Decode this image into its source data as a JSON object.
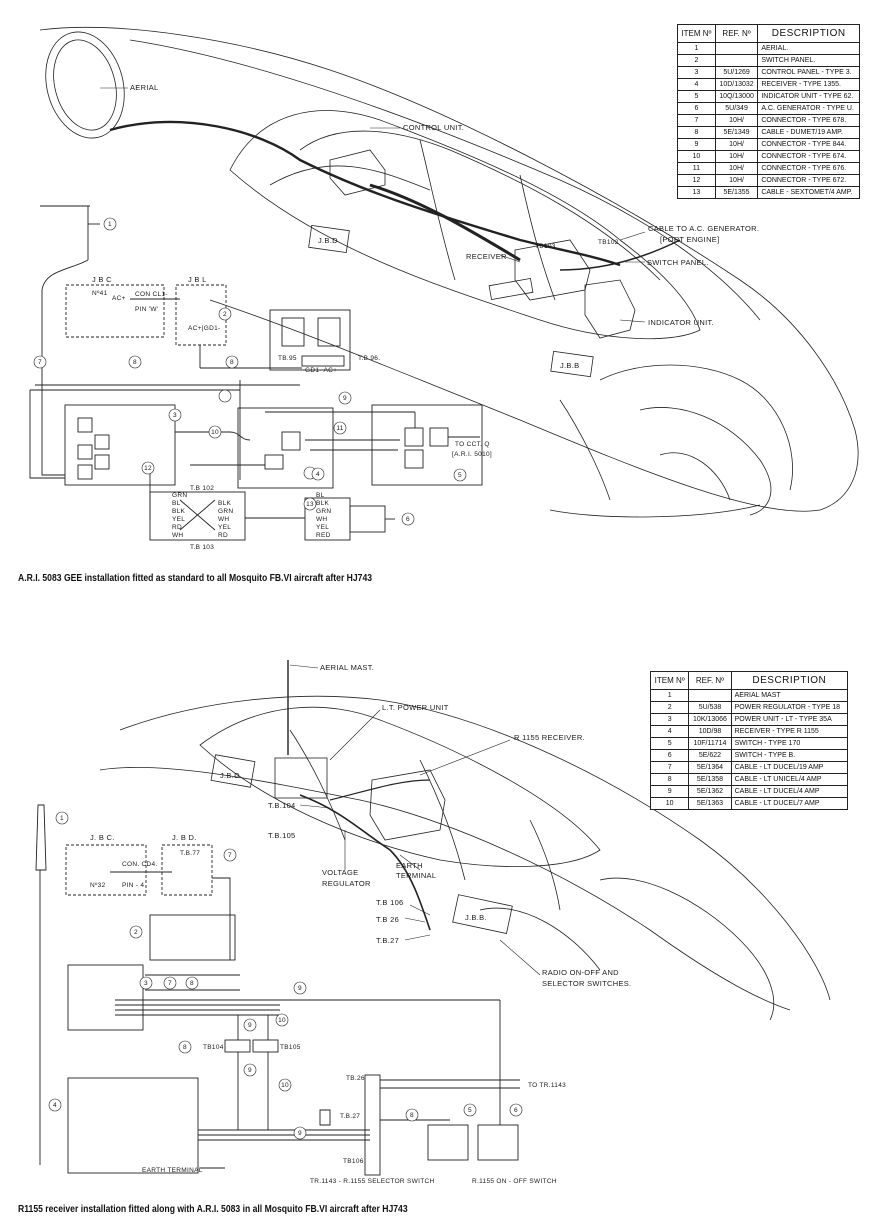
{
  "diagram1": {
    "caption": "A.R.I. 5083 GEE installation fitted as standard to all Mosquito FB.VI aircraft after HJ743",
    "table": {
      "headers": [
        "ITEM Nº",
        "REF. Nº",
        "DESCRIPTION"
      ],
      "rows": [
        [
          "1",
          "",
          "AERIAL."
        ],
        [
          "2",
          "",
          "SWITCH PANEL."
        ],
        [
          "3",
          "5U/1269",
          "CONTROL PANEL - TYPE 3."
        ],
        [
          "4",
          "10D/13032",
          "RECEIVER - TYPE 1355."
        ],
        [
          "5",
          "10Q/13000",
          "INDICATOR UNIT - TYPE 62."
        ],
        [
          "6",
          "5U/349",
          "A.C. GENERATOR - TYPE U."
        ],
        [
          "7",
          "10H/",
          "CONNECTOR - TYPE 678."
        ],
        [
          "8",
          "5E/1349",
          "CABLE - DUMET/19 AMP."
        ],
        [
          "9",
          "10H/",
          "CONNECTOR - TYPE 844."
        ],
        [
          "10",
          "10H/",
          "CONNECTOR - TYPE 674."
        ],
        [
          "11",
          "10H/",
          "CONNECTOR - TYPE 676."
        ],
        [
          "12",
          "10H/",
          "CONNECTOR - TYPE 672."
        ],
        [
          "13",
          "5E/1355",
          "CABLE - SEXTOMET/4 AMP."
        ]
      ]
    },
    "labels": {
      "aerial": "AERIAL",
      "control_unit": "CONTROL UNIT.",
      "cable_gen_1": "CABLE TO A.C. GENERATOR.",
      "cable_gen_2": "[PORT ENGINE]",
      "tb103": "TB103",
      "tb102_top": "TB102",
      "receiver": "RECEIVER",
      "switch_panel": "SWITCH PANEL.",
      "indicator_unit": "INDICATOR UNIT.",
      "jbd": "J.B.D",
      "jbb": "J.B.B",
      "jbc": "J B C",
      "jbl": "J B L",
      "no41": "Nº41",
      "ac_plus": "AC+",
      "con_cl": "CON CL1-",
      "pin_w": "PIN 'W'",
      "ac_gd1": "AC+|GD1-",
      "tb95": "TB.95",
      "tb96": "T.B 96.",
      "gd1_ac": "GD1-   AC+",
      "to_cct_1": "TO CCT. Q",
      "to_cct_2": "[A.R.I. 5010]",
      "tb102_bottom": "T.B 102",
      "tb103_bottom": "T.B 103",
      "wires_left": [
        "GRN",
        "BL",
        "BLK",
        "YEL",
        "RD",
        "WH"
      ],
      "wires_right": [
        "BLK",
        "GRN",
        "WH",
        "YEL",
        "RD"
      ],
      "wires_conn": [
        "BL",
        "BLK",
        "GRN",
        "WH",
        "YEL",
        "RED"
      ]
    }
  },
  "diagram2": {
    "caption": "R1155 receiver installation fitted along with A.R.I. 5083 in all Mosquito FB.VI aircraft after HJ743",
    "table": {
      "headers": [
        "ITEM Nº",
        "REF. Nº",
        "DESCRIPTION"
      ],
      "rows": [
        [
          "1",
          "",
          "AERIAL MAST"
        ],
        [
          "2",
          "5U/538",
          "POWER REGULATOR - TYPE 18"
        ],
        [
          "3",
          "10K/13066",
          "POWER UNIT - LT - TYPE 35A"
        ],
        [
          "4",
          "10D/98",
          "RECEIVER - TYPE R 1155"
        ],
        [
          "5",
          "10F/11714",
          "SWITCH - TYPE 170"
        ],
        [
          "6",
          "5E/622",
          "SWITCH - TYPE B."
        ],
        [
          "7",
          "5E/1364",
          "CABLE - LT DUCEL/19 AMP"
        ],
        [
          "8",
          "5E/1358",
          "CABLE - LT UNICEL/4 AMP"
        ],
        [
          "9",
          "5E/1362",
          "CABLE - LT DUCEL/4 AMP"
        ],
        [
          "10",
          "5E/1363",
          "CABLE - LT DUCEL/7 AMP"
        ]
      ]
    },
    "labels": {
      "aerial_mast": "AERIAL MAST.",
      "lt_power_unit": "L.T. POWER UNIT",
      "r1155_receiver": "R 1155 RECEIVER.",
      "jbd": "J.B.D",
      "jbb": "J.B.B.",
      "tb104": "T.B.104",
      "tb105": "T.B.105",
      "voltage_regulator_1": "VOLTAGE",
      "voltage_regulator_2": "REGULATOR",
      "earth_terminal_1": "EARTH",
      "earth_terminal_2": "TERMINAL",
      "tb106": "T.B 106",
      "tb26": "T.B 26",
      "tb27": "T.B.27",
      "radio_switches_1": "RADIO ON-OFF AND",
      "radio_switches_2": "SELECTOR SWITCHES.",
      "jbc": "J. B C.",
      "jbd_s": "J. B D.",
      "tb77": "T.B.77",
      "con_cd4": "CON. CD4.",
      "pin4": "PIN - 4",
      "no32": "Nº32",
      "tb104_s": "TB104",
      "tb105_s": "TB105",
      "tb26_s": "TB.26",
      "tb27_s": "T.B.27",
      "tb106_s": "TB106",
      "to_tr1143": "TO TR.1143",
      "earth_terminal_s": "EARTH TERMINAL",
      "selector_switch": "TR.1143 - R.1155 SELECTOR SWITCH",
      "onoff_switch": "R.1155 ON - OFF SWITCH"
    }
  },
  "colors": {
    "ink": "#1a1a1a",
    "paper": "#ffffff",
    "cable": "#3a3a3a"
  }
}
